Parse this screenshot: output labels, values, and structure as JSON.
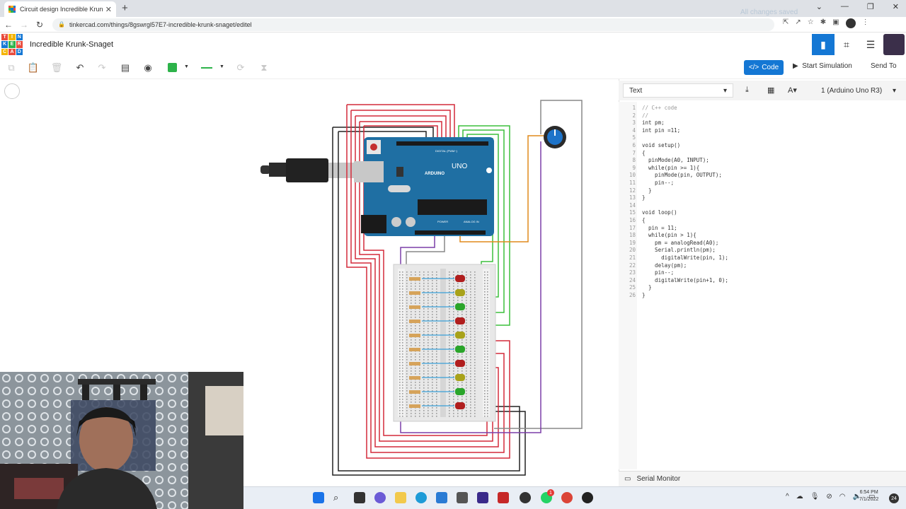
{
  "browser": {
    "tab_title": "Circuit design Incredible Krunk-S",
    "url": "tinkercad.com/things/8gswrgl57E7-incredible-krunk-snaget/editel"
  },
  "app": {
    "logo_letters": [
      "TIN",
      "KER",
      "CAD"
    ],
    "project_name": "Incredible Krunk-Snaget",
    "save_status": "All changes saved"
  },
  "toolbar": {
    "code_label": "Code",
    "start_simulation_label": "Start Simulation",
    "send_to_label": "Send To",
    "wire_color": "#2db34a"
  },
  "code_panel": {
    "mode": "Text",
    "board": "1 (Arduino Uno R3)",
    "serial_monitor_label": "Serial Monitor",
    "lines": [
      "// C++ code",
      "//",
      "int pm;",
      "int pin =11;",
      "",
      "void setup()",
      "{",
      "  pinMode(A0, INPUT);",
      "  while(pin >= 1){",
      "    pinMode(pin, OUTPUT);",
      "    pin--;",
      "  }",
      "}",
      "",
      "void loop()",
      "{",
      "  pin = 11;",
      "  while(pin > 1){",
      "    pm = analogRead(A0);",
      "    Serial.println(pm);",
      "      digitalWrite(pin, 1);",
      "    delay(pm);",
      "    pin--;",
      "    digitalWrite(pin+1, 0);",
      "  }",
      "}"
    ]
  },
  "board": {
    "brand": "ARDUINO",
    "model": "UNO",
    "digital_label": "DIGITAL (PWM~)",
    "power_label": "POWER",
    "analog_label": "ANALOG IN"
  },
  "taskbar": {
    "time": "6:54 PM",
    "date": "7/1/2022",
    "notification_count": "24",
    "badge_count": "1"
  }
}
